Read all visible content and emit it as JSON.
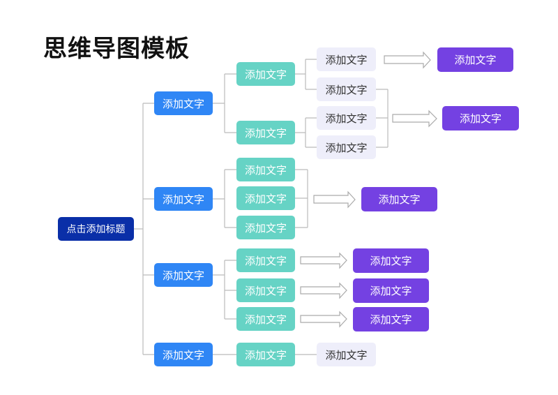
{
  "title": "思维导图模板",
  "root": "点击添加标题",
  "level1": [
    "添加文字",
    "添加文字",
    "添加文字",
    "添加文字"
  ],
  "level2": [
    "添加文字",
    "添加文字",
    "添加文字",
    "添加文字",
    "添加文字",
    "添加文字",
    "添加文字",
    "添加文字",
    "添加文字"
  ],
  "level3": [
    "添加文字",
    "添加文字",
    "添加文字",
    "添加文字",
    "添加文字"
  ],
  "outputs": [
    "添加文字",
    "添加文字",
    "添加文字",
    "添加文字",
    "添加文字",
    "添加文字"
  ],
  "colors": {
    "root": "#0a2fa8",
    "level1": "#2f86f5",
    "level2": "#66d3c5",
    "level3": "#eeeefa",
    "output": "#7441e2"
  }
}
